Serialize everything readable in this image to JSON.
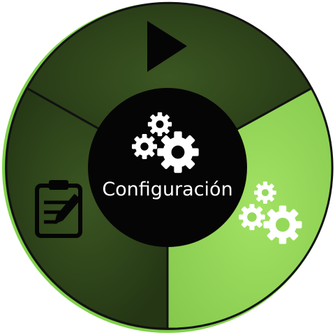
{
  "wheel": {
    "center_label": "Configuración",
    "segments": [
      {
        "id": "play",
        "icon": "play-icon",
        "color": "#2e4419",
        "active": false
      },
      {
        "id": "config",
        "icon": "gears-icon",
        "color": "#95d95a",
        "active": true
      },
      {
        "id": "notes",
        "icon": "clipboard-edit-icon",
        "color": "#2e4419",
        "active": false
      }
    ],
    "colors": {
      "outer_ring": "#2f4a1a",
      "outer_glow": "#7fd04a",
      "center_fill": "#050505",
      "divider": "#111111",
      "icon_light": "#ffffff",
      "icon_dark": "#0b0b0b"
    }
  }
}
